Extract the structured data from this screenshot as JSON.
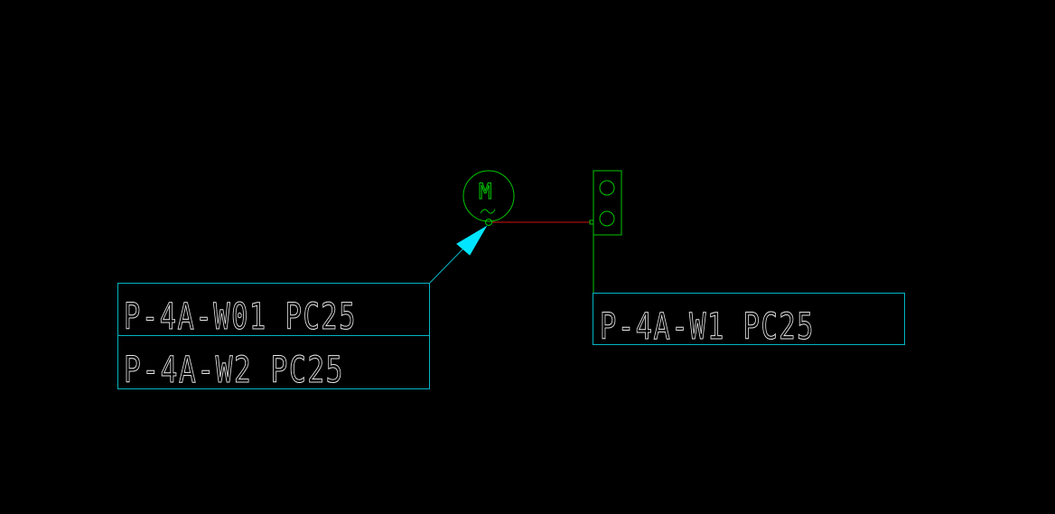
{
  "colors": {
    "background": "#000000",
    "leader": "#00e5ff",
    "tag_box": "#00b4c4",
    "tag_text": "#e8e8e8",
    "symbol": "#00c800",
    "connection": "#d01010"
  },
  "motor_symbol": {
    "letter": "M",
    "tilde": "~",
    "icon": "motor-icon"
  },
  "terminal_block": {
    "icon": "terminal-block-icon",
    "terminal_count": 2
  },
  "left_tag": {
    "lines": [
      "P-4A-W01 PC25",
      "P-4A-W2 PC25"
    ]
  },
  "right_tag": {
    "lines": [
      "P-4A-W1 PC25"
    ]
  }
}
